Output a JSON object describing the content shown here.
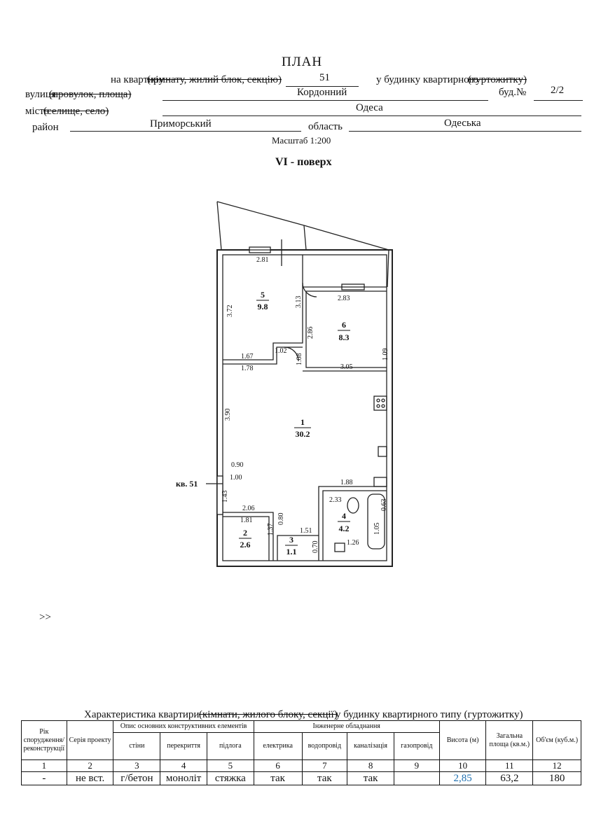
{
  "header": {
    "title": "ПЛАН",
    "line1_prefix": "на квартиру",
    "line1_struck": "(кімнату, жилий блок, секцію)",
    "apartment_no": "51",
    "line1_suffix": "у будинку квартирного",
    "line1_suffix_struck": "(гуртожитку)",
    "street_label": "вулиця",
    "street_struck": "(провулок, площа)",
    "street_value": "Кордонний",
    "building_label": "буд.№",
    "building_value": "2/2",
    "city_label": "місто",
    "city_struck": "(селище, село)",
    "city_value": "Одеса",
    "district_label": "район",
    "district_value": "Приморський",
    "region_label": "область",
    "region_value": "Одеська",
    "scale": "Масштаб 1:200",
    "floor": "VI - поверх"
  },
  "plan": {
    "apartment_label": "кв. 51",
    "rooms": [
      {
        "number": "5",
        "area": "9.8"
      },
      {
        "number": "6",
        "area": "8.3"
      },
      {
        "number": "1",
        "area": "30.2"
      },
      {
        "number": "4",
        "area": "4.2"
      },
      {
        "number": "2",
        "area": "2.6"
      },
      {
        "number": "3",
        "area": "1.1"
      }
    ],
    "dimensions": [
      "2.81",
      "3.72",
      "3.13",
      "2.83",
      "2.86",
      "1.09",
      "1.67",
      "1.02",
      "1.78",
      "1.08",
      "3.05",
      "3.90",
      "0.90",
      "1.00",
      "1.88",
      "1.43",
      "2.33",
      "0.63",
      "2.06",
      "1.81",
      "0.80",
      "1.51",
      "1.05",
      "1.37",
      "0.70",
      "1.26"
    ]
  },
  "marker": ">>",
  "characteristics": {
    "caption_prefix": "Характеристика квартири",
    "caption_struck": "(кімнати, жилого блоку, секції)",
    "caption_suffix": "у будинку квартирного типу (гуртожитку)",
    "headers": {
      "year": "Рік спорудження/ реконструкції",
      "series": "Серія проекту",
      "structures": "Опис основних конструктивних елементів",
      "walls": "стіни",
      "floors_ceiling": "перекриття",
      "floor": "підлога",
      "engineering": "Інженерне обладнання",
      "electric": "електрика",
      "water": "водопровід",
      "sewer": "каналізація",
      "gas": "газопровід",
      "height": "Висота (м)",
      "area": "Загальна площа (кв.м.)",
      "volume": "Об'єм (куб.м.)"
    },
    "column_numbers": [
      "1",
      "2",
      "3",
      "4",
      "5",
      "6",
      "7",
      "8",
      "9",
      "10",
      "11",
      "12"
    ],
    "values": {
      "year": "-",
      "series": "не вст.",
      "walls": "г/бетон",
      "floors_ceiling": "моноліт",
      "floor": "стяжка",
      "electric": "так",
      "water": "так",
      "sewer": "так",
      "gas": "",
      "height": "2,85",
      "area": "63,2",
      "volume": "180"
    }
  }
}
